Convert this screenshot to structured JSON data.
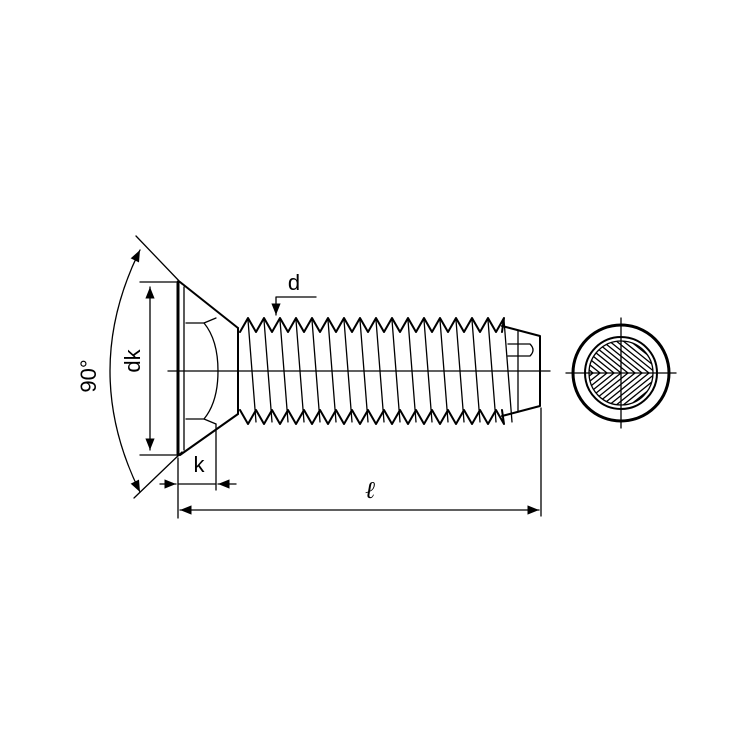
{
  "labels": {
    "angle": "90°",
    "head_diameter": "dk",
    "head_height": "k",
    "thread_diameter": "d",
    "length": "ℓ"
  }
}
